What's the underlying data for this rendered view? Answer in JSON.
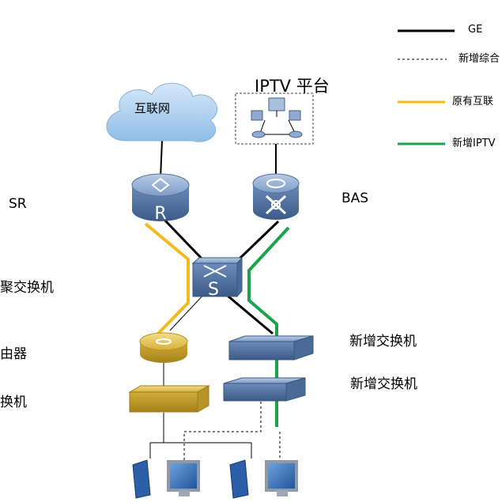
{
  "legend": [
    {
      "label": "GE",
      "style": "solid",
      "color": "#000000"
    },
    {
      "label": "新增综合",
      "style": "dashed",
      "color": "#000000"
    },
    {
      "label": "原有互联",
      "style": "solid",
      "color": "#f2bb1d"
    },
    {
      "label": "新增IPTV",
      "style": "solid",
      "color": "#1aa34a"
    }
  ],
  "nodes": {
    "internet": "互联网",
    "iptv_platform": "IPTV 平台",
    "sr": "SR",
    "sr_icon_letter": "R",
    "bas": "BAS",
    "aggregation_switch": "汇聚交换机",
    "aggregation_icon_letter": "S",
    "router": "路由器",
    "access_switch": "交换机",
    "new_switch_1": "新增交换机",
    "new_switch_2": "新增交换机"
  },
  "colors": {
    "device_blue": "#7d9cc4",
    "device_blue_dark": "#3f5f8a",
    "device_gold": "#d8b43a",
    "cloud_blue": "#a9cdee",
    "link_black": "#000000",
    "link_gold": "#f2bb1d",
    "link_green": "#1aa34a"
  }
}
